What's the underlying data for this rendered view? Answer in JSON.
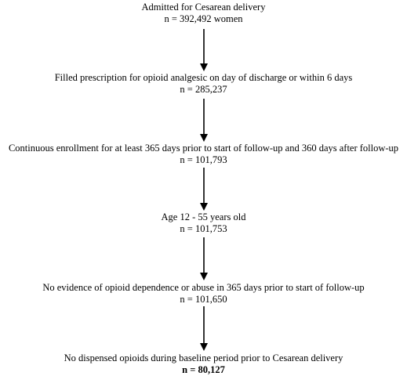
{
  "steps": [
    {
      "label": "Admitted for Cesarean delivery",
      "count": "n = 392,492 women",
      "count_bold": false
    },
    {
      "label": "Filled prescription for opioid analgesic on day of discharge or within 6 days",
      "count": "n = 285,237",
      "count_bold": false
    },
    {
      "label": "Continuous enrollment for at least 365 days prior to start of follow-up and 360 days after follow-up",
      "count": "n = 101,793",
      "count_bold": false
    },
    {
      "label": "Age 12 - 55 years old",
      "count": "n = 101,753",
      "count_bold": false
    },
    {
      "label": "No evidence of opioid dependence or abuse  in 365 days prior to start of follow-up",
      "count": "n = 101,650",
      "count_bold": false
    },
    {
      "label": "No dispensed opioids during baseline period prior to Cesarean delivery",
      "count": "n = 80,127",
      "count_bold": true
    }
  ],
  "colors": {
    "text": "#000000",
    "arrow": "#000000",
    "background": "#ffffff"
  }
}
